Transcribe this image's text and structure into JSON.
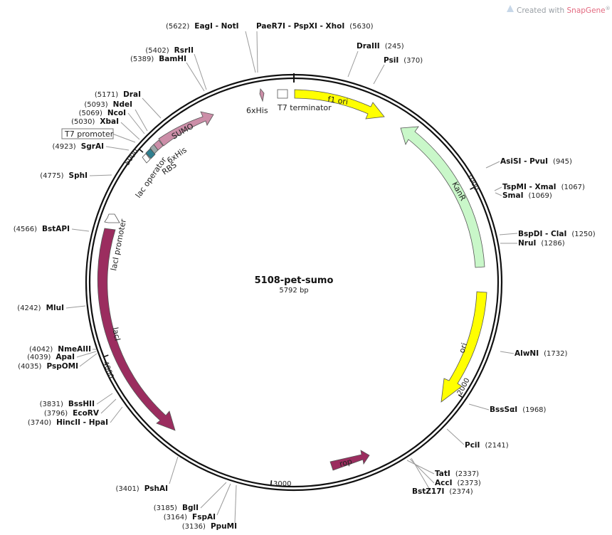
{
  "watermark": {
    "prefix": "Created with ",
    "brand": "SnapGene",
    "suffix": "®"
  },
  "plasmid": {
    "name": "5108-pet-sumo",
    "size": "5792 bp",
    "length": 5792
  },
  "ticks": [
    "1000",
    "2000",
    "3000",
    "4000",
    "5000"
  ],
  "sites_right": [
    {
      "pos": "(245)",
      "name": "DraIII"
    },
    {
      "pos": "(370)",
      "name": "PsiI"
    },
    {
      "pos": "(945)",
      "name": "AsiSI - PvuI"
    },
    {
      "pos": "(1067)",
      "name": "TspMI - XmaI"
    },
    {
      "pos": "(1069)",
      "name": "SmaI"
    },
    {
      "pos": "(1250)",
      "name": "BspDI - ClaI"
    },
    {
      "pos": "(1286)",
      "name": "NruI"
    },
    {
      "pos": "(1732)",
      "name": "AlwNI"
    },
    {
      "pos": "(1968)",
      "name": "BssSαI"
    },
    {
      "pos": "(2141)",
      "name": "PciI"
    },
    {
      "pos": "(2337)",
      "name": "TatI"
    },
    {
      "pos": "(2373)",
      "name": "AccI"
    },
    {
      "pos": "(2374)",
      "name": "BstZ17I"
    }
  ],
  "sites_top": [
    {
      "pos": "(5622)",
      "name": "EagI - NotI"
    },
    {
      "pos": "(5630)",
      "name": "PaeR7I - PspXI - XhoI"
    }
  ],
  "sites_left": [
    {
      "pos": "(5402)",
      "name": "RsrII"
    },
    {
      "pos": "(5389)",
      "name": "BamHI"
    },
    {
      "pos": "(5171)",
      "name": "DraI"
    },
    {
      "pos": "(5093)",
      "name": "NdeI"
    },
    {
      "pos": "(5069)",
      "name": "NcoI"
    },
    {
      "pos": "(5030)",
      "name": "XbaI"
    },
    {
      "pos": "(4923)",
      "name": "SgrAI"
    },
    {
      "pos": "(4775)",
      "name": "SphI"
    },
    {
      "pos": "(4566)",
      "name": "BstAPI"
    },
    {
      "pos": "(4242)",
      "name": "MluI"
    },
    {
      "pos": "(4042)",
      "name": "NmeAIII"
    },
    {
      "pos": "(4039)",
      "name": "ApaI"
    },
    {
      "pos": "(4035)",
      "name": "PspOMI"
    },
    {
      "pos": "(3831)",
      "name": "BssHII"
    },
    {
      "pos": "(3796)",
      "name": "EcoRV"
    },
    {
      "pos": "(3740)",
      "name": "HincII - HpaI"
    },
    {
      "pos": "(3401)",
      "name": "PshAI"
    },
    {
      "pos": "(3185)",
      "name": "BglI"
    },
    {
      "pos": "(3164)",
      "name": "FspAI"
    },
    {
      "pos": "(3136)",
      "name": "PpuMI"
    }
  ],
  "features": {
    "t7_promoter": "T7 promoter",
    "sumo": "SUMO",
    "his_n": "6xHis",
    "his_c": "6xHis",
    "t7_terminator": "T7 terminator",
    "f1_ori": "f1 ori",
    "kanr": "KanR",
    "ori": "ori",
    "rop": "rop",
    "laci": "lacI",
    "laci_promoter": "lacI promoter",
    "lac_operator": "lac operator",
    "rbs": "RBS"
  },
  "colors": {
    "backbone": "#111111",
    "f1_ori": "#ffff00",
    "kanr": "#c9f7c9",
    "ori": "#ffff00",
    "laci": "#9b2d5f",
    "sumo": "#cc8ea8",
    "his": "#cc8ea8",
    "rbs": "#9aa7a7",
    "lac_operator": "#2f7f8f",
    "leader": "#9a9a9a"
  }
}
